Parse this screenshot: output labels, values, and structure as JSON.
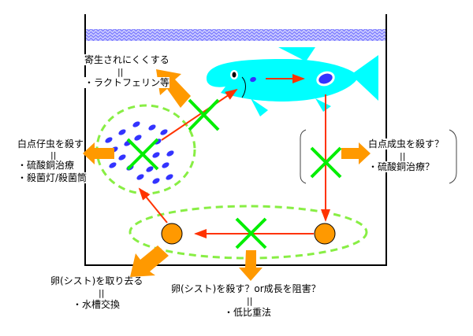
{
  "labels": {
    "parasite_resist": {
      "title": "寄生されにくくする",
      "eq": "||",
      "method": "・ラクトフェリン等"
    },
    "kill_larvae": {
      "title": "白点仔虫を殺す",
      "eq": "||",
      "methods": [
        "・硫酸銅治療",
        "・殺菌灯/殺菌筒"
      ]
    },
    "kill_adult": {
      "title": "白点成虫を殺す？",
      "eq": "||",
      "method": "・硫酸銅治療？"
    },
    "remove_cyst": {
      "title": "卵(シスト)を取り去る",
      "eq": "||",
      "method": "・水槽交換"
    },
    "kill_cyst": {
      "title": "卵(シスト)を殺す？or成長を阻害？",
      "eq": "||",
      "method": "・低比重法"
    }
  },
  "colors": {
    "fish": "#00ffff",
    "parasite": "#3333ff",
    "arrow": "#ff9900",
    "cross": "#00ee00",
    "cycle": "#ff3300",
    "dashed": "#88ee44"
  }
}
